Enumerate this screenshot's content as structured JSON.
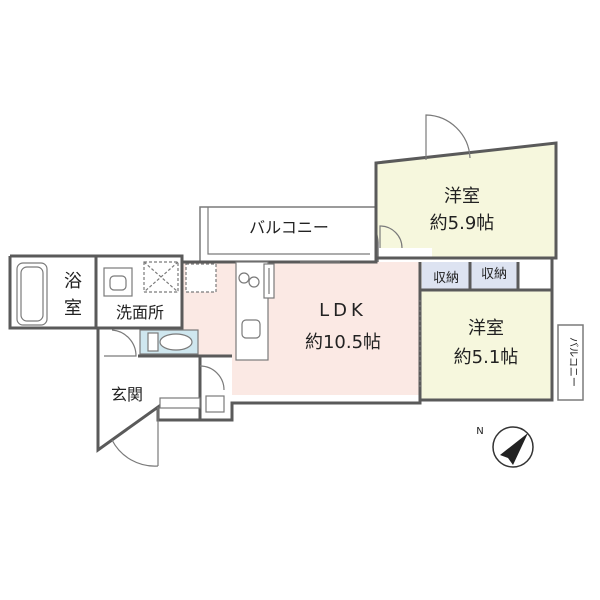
{
  "rooms": {
    "western_a": {
      "name": "洋室",
      "size": "約5.9帖"
    },
    "western_b": {
      "name": "洋室",
      "size": "約5.1帖"
    },
    "ldk": {
      "name": "LDK",
      "size": "約10.5帖"
    },
    "bath": {
      "line1": "浴",
      "line2": "室"
    },
    "washroom": {
      "name": "洗面所"
    },
    "entrance": {
      "name": "玄関"
    },
    "storage_a": {
      "name": "収納"
    },
    "storage_b": {
      "name": "収納"
    },
    "balcony_top": {
      "name": "バルコニー"
    },
    "balcony_side": {
      "name": "バルコニー"
    }
  },
  "colors": {
    "ldk_fill": "#fbe9e4",
    "western_fill": "#f6f7dd",
    "storage_fill": "#dde3f1",
    "wet_fill": "#cfe7ef",
    "wall": "#5a5a5a"
  },
  "compass": {
    "label": "N",
    "icon": "north-arrow-icon"
  }
}
